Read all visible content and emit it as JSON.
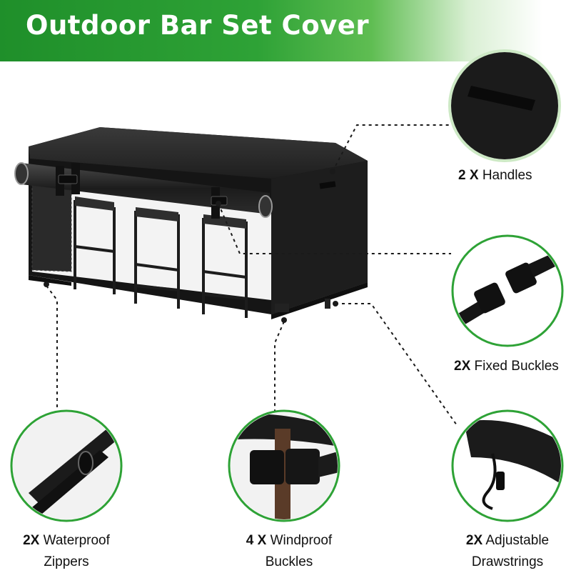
{
  "banner": {
    "title": "Outdoor Bar Set Cover"
  },
  "features": {
    "handles": {
      "qty": "2 X",
      "name": "Handles",
      "icon": "handle-strap-icon"
    },
    "fixed_buckles": {
      "qty": "2X",
      "name": "Fixed Buckles",
      "icon": "fixed-buckle-icon"
    },
    "zippers": {
      "qty": "2X",
      "name": "Waterproof",
      "name2": "Zippers",
      "icon": "zipper-icon"
    },
    "windproof": {
      "qty": "4 X",
      "name": "Windproof",
      "name2": "Buckles",
      "icon": "windproof-buckle-icon"
    },
    "drawstrings": {
      "qty": "2X",
      "name": "Adjustable",
      "name2": "Drawstrings",
      "icon": "drawstring-toggle-icon"
    }
  },
  "colors": {
    "brand_green": "#2ea236",
    "cover_black": "#1b1b1b"
  }
}
